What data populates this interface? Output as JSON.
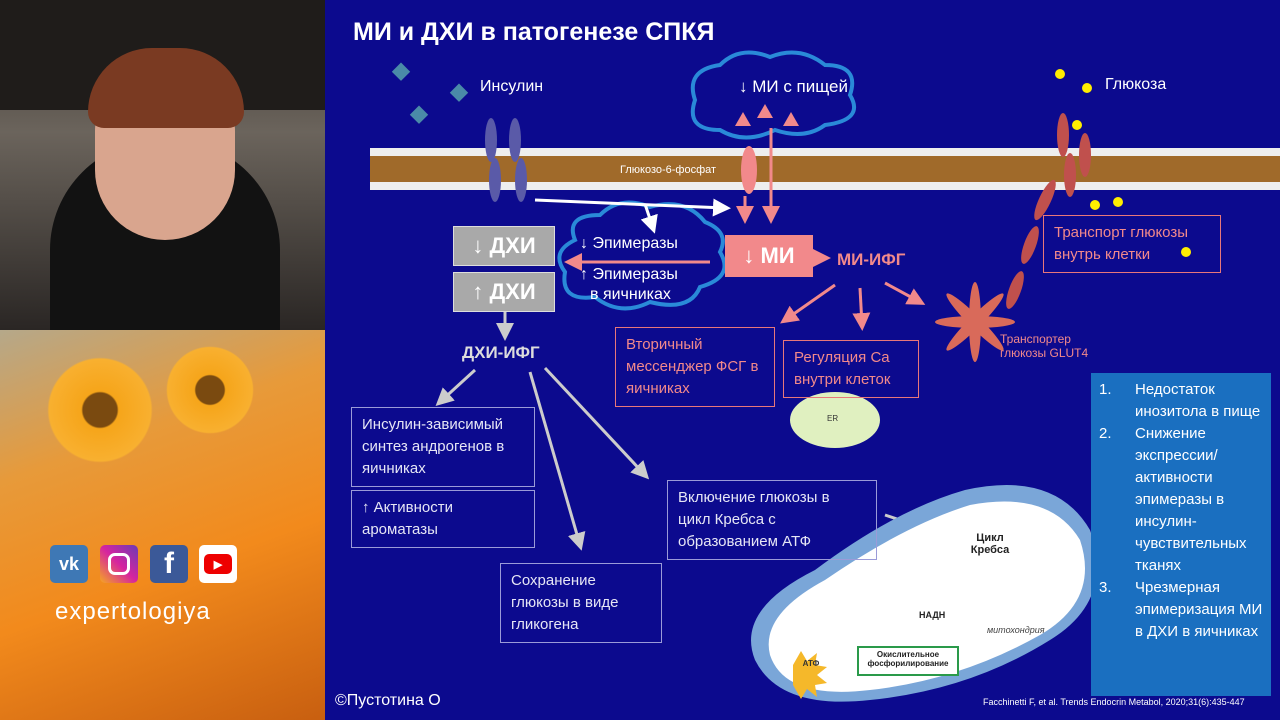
{
  "brand": {
    "name": "expertologiya",
    "social": [
      "vk",
      "instagram",
      "facebook",
      "youtube"
    ],
    "social_labels": {
      "vk": "vk",
      "facebook": "f"
    }
  },
  "slide": {
    "title": "МИ и ДХИ в патогенезе СПКЯ",
    "labels": {
      "insulin": "Инсулин",
      "glucose": "Глюкоза",
      "dietary_mi": "↓ МИ с пищей",
      "g6p": "Глюкозо-6-фосфат",
      "epim1": "↓ Эпимеразы",
      "epim2": "↑ Эпимеразы",
      "epim3": "в яичниках",
      "dci_down": "↓ ДХИ",
      "dci_up": "↑ ДХИ",
      "mi_down": "↓ МИ",
      "mi_ipg": "МИ-ИФГ",
      "dci_ipg": "ДХИ-ИФГ",
      "glut4": "Транспортер глюкозы GLUT4",
      "krebs": "Цикл Кребса",
      "nadh": "НАДН",
      "mito": "митохондрия",
      "oxphos": "Окислительное фосфорилирование",
      "atp": "АТФ",
      "er": "ER"
    },
    "boxes": {
      "transport": "Транспорт глюкозы внутрь клетки",
      "second_messenger": "Вторичный мессенджер ФСГ в яичниках",
      "ca_regulation": "Регуляция Ca внутри клеток",
      "androgen": "Инсулин-зависимый синтез андрогенов в яичниках",
      "aromatase": "↑ Активности ароматазы",
      "glycogen": "Сохранение глюкозы в виде гликогена",
      "krebs_inclusion": "Включение глюкозы в цикл Кребса с образованием АТФ"
    },
    "list": [
      {
        "n": "1.",
        "t": "Недостаток инозитола в пище"
      },
      {
        "n": "2.",
        "t": "Снижение экспрессии/ активности эпимеразы в инсулин-чувствительных тканях"
      },
      {
        "n": "3.",
        "t": "Чрезмерная эпимеризация МИ в ДХИ в яичниках"
      }
    ],
    "citation": "Facchinetti F, et al. Trends Endocrin Metabol, 2020;31(6):435-447",
    "copyright": "©Пустотина О"
  },
  "colors": {
    "slide_bg": "#0c0a8e",
    "pink": "#f2898b",
    "list_bg": "#1a6fc0"
  }
}
